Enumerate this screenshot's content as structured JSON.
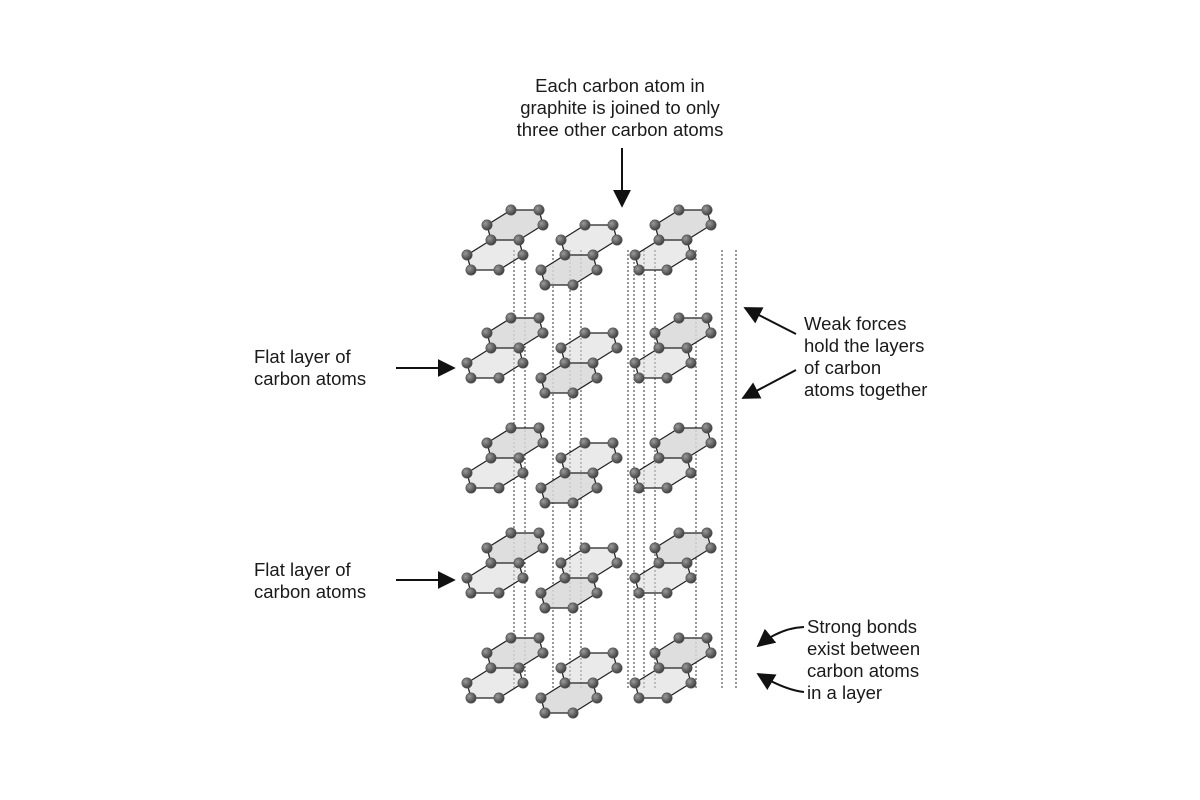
{
  "labels": {
    "top_lines": [
      "Each carbon atom in",
      "graphite is joined to only",
      "three other carbon atoms"
    ],
    "flat_upper_lines": [
      "Flat layer of",
      "carbon atoms"
    ],
    "flat_lower_lines": [
      "Flat layer of",
      "carbon atoms"
    ],
    "weak_lines": [
      "Weak forces",
      "hold the layers",
      "of carbon",
      "atoms together"
    ],
    "strong_lines": [
      "Strong bonds",
      "exist between",
      "carbon atoms",
      "in a layer"
    ]
  },
  "colors": {
    "atom": "#555555",
    "atom_highlight": "#9a9a9a",
    "bond": "#222222",
    "hexagon_fill": "#d8d8d8",
    "dashed_line": "#333333",
    "arrow": "#111111",
    "text": "#1a1a1a"
  }
}
